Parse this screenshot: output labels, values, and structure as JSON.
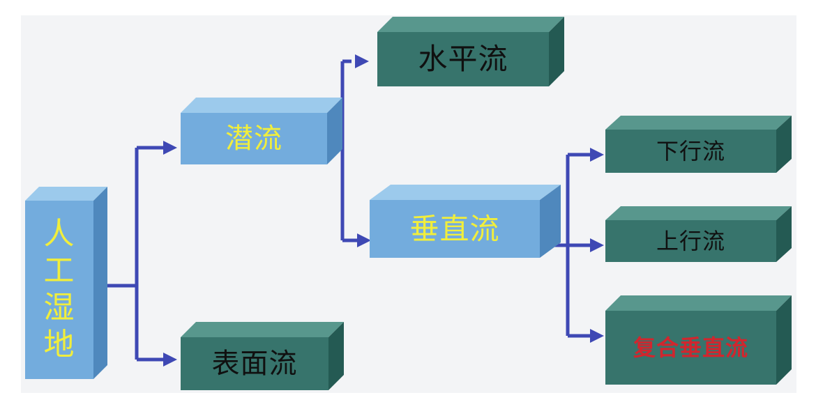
{
  "colors": {
    "background": "#f3f4f6",
    "blue_front": "#73acdd",
    "blue_top": "#9ccaec",
    "blue_side": "#4f88bd",
    "teal_front": "#37746c",
    "teal_top": "#58978d",
    "teal_side": "#245a53",
    "text_yellow": "#f1ee3c",
    "text_dark": "#101010",
    "text_red": "#d1262e",
    "arrow": "#3e48b4"
  },
  "nodes": {
    "artificial_wetland": {
      "label": "人工湿地"
    },
    "subsurface_flow": {
      "label": "潜流"
    },
    "surface_flow": {
      "label": "表面流"
    },
    "horizontal_flow": {
      "label": "水平流"
    },
    "vertical_flow": {
      "label": "垂直流"
    },
    "downflow": {
      "label": "下行流"
    },
    "upflow": {
      "label": "上行流"
    },
    "composite_vertical_flow": {
      "label": "复合垂直流"
    }
  }
}
